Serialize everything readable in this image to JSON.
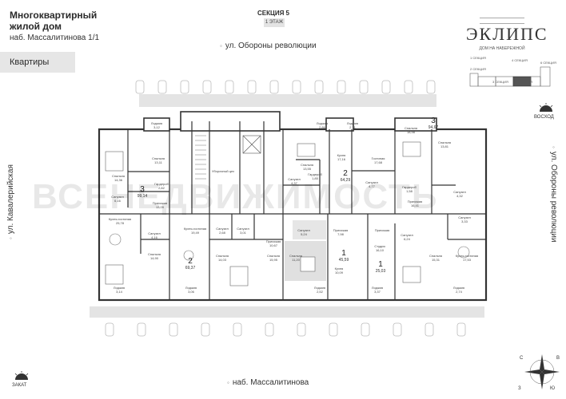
{
  "header": {
    "title_line1": "Многоквартирный",
    "title_line2": "жилой дом",
    "address": "наб. Массалитинова 1/1",
    "section": "СЕКЦИЯ 5",
    "floor": "1 ЭТАЖ"
  },
  "tab": {
    "label": "Квартиры"
  },
  "brand": {
    "name": "ЭКЛИПС",
    "subtitle": "ДОМ НА НАБЕРЕЖНОЙ"
  },
  "streets": {
    "top": "ул. Обороны революции",
    "bottom": "наб. Массалитинова",
    "left": "ул. Кавалерийская",
    "right": "ул. Обороны революции"
  },
  "directions": {
    "east": "ВОСХОД",
    "west": "ЗАКАТ",
    "compass": [
      "С",
      "В",
      "Ю",
      "З"
    ]
  },
  "keyplan": {
    "labels": [
      "1 СЕКЦИЯ",
      "2 СЕКЦИЯ",
      "3 СЕКЦИЯ",
      "4 СЕКЦИЯ",
      "5 СЕКЦИЯ",
      "6 СЕКЦИЯ"
    ]
  },
  "watermark": "ВСЕНЕДВИЖИМОСТЬ",
  "apartments": [
    {
      "rooms": "3",
      "area": "99,14"
    },
    {
      "rooms": "2",
      "area": "64,29"
    },
    {
      "rooms": "3",
      "area": "94,67"
    },
    {
      "rooms": "2",
      "area": "69,37"
    },
    {
      "rooms": "1",
      "area": "45,59"
    },
    {
      "rooms": "1",
      "area": "25,03"
    }
  ],
  "rooms": [
    {
      "label": "Лоджия",
      "val": "3,12"
    },
    {
      "label": "Спальня",
      "val": "14,36"
    },
    {
      "label": "Спальня",
      "val": "13,11"
    },
    {
      "label": "Гардероб",
      "val": "2,82"
    },
    {
      "label": "Прихожая",
      "val": "13,09"
    },
    {
      "label": "Санузел",
      "val": "6,16"
    },
    {
      "label": "Кухня-гостиная",
      "val": "25,78"
    },
    {
      "label": "Санузел",
      "val": "4,16"
    },
    {
      "label": "Спальня",
      "val": "14,90"
    },
    {
      "label": "Лоджия",
      "val": "3,14"
    },
    {
      "label": "Уборочный цех",
      "val": ""
    },
    {
      "label": "Лоджия",
      "val": "2,86"
    },
    {
      "label": "Кухня",
      "val": "17,16"
    },
    {
      "label": "Спальня",
      "val": "13,55"
    },
    {
      "label": "Санузел",
      "val": "4,37"
    },
    {
      "label": "Гардероб",
      "val": "1,85"
    },
    {
      "label": "Гостиная",
      "val": "17,68"
    },
    {
      "label": "Санузел",
      "val": "4,77"
    },
    {
      "label": "Лоджия",
      "val": "2,71"
    },
    {
      "label": "Спальня",
      "val": "18,98"
    },
    {
      "label": "Спальня",
      "val": "13,81"
    },
    {
      "label": "Гардероб",
      "val": "1,58"
    },
    {
      "label": "Прихожая",
      "val": "16,41"
    },
    {
      "label": "Санузел",
      "val": "4,32"
    },
    {
      "label": "Санузел",
      "val": "3,33"
    },
    {
      "label": "Кухня-гостиная",
      "val": "19,49"
    },
    {
      "label": "Прихожая",
      "val": "10,67"
    },
    {
      "label": "Санузел",
      "val": "2,68"
    },
    {
      "label": "Санузел",
      "val": "3,01"
    },
    {
      "label": "Спальня",
      "val": "14,03"
    },
    {
      "label": "Спальня",
      "val": "15,95"
    },
    {
      "label": "Лоджия",
      "val": "3,06"
    },
    {
      "label": "Санузел",
      "val": "5,24"
    },
    {
      "label": "Прихожая",
      "val": "7,98"
    },
    {
      "label": "Спальня",
      "val": "11,20"
    },
    {
      "label": "Кухня",
      "val": "10,09"
    },
    {
      "label": "Лоджия",
      "val": "2,52"
    },
    {
      "label": "Прихожая",
      "val": ""
    },
    {
      "label": "Санузел",
      "val": "6,24"
    },
    {
      "label": "Студия",
      "val": "16,10"
    },
    {
      "label": "Лоджия",
      "val": "3,37"
    },
    {
      "label": "Спальня",
      "val": "15,31"
    },
    {
      "label": "Кухня-гостиная",
      "val": "17,53"
    },
    {
      "label": "Лоджия",
      "val": "2,74"
    }
  ]
}
